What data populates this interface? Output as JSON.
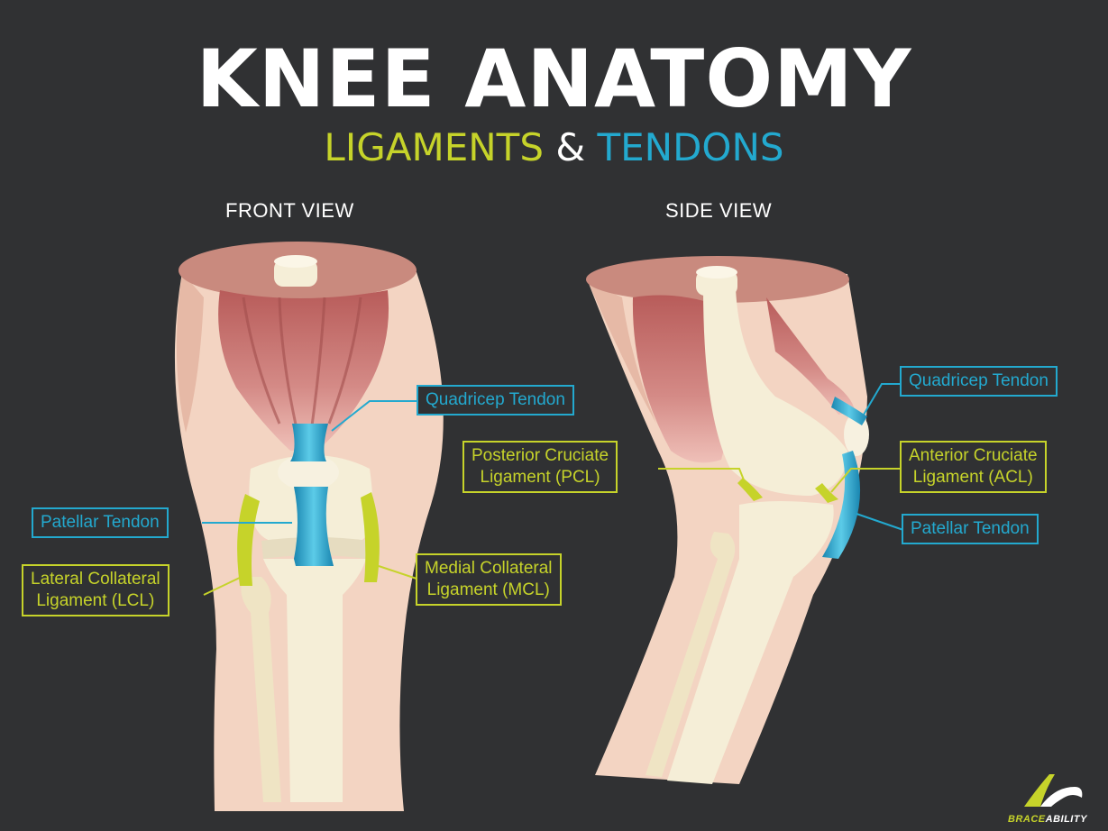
{
  "header": {
    "title": "KNEE ANATOMY",
    "subtitle_part1": "LIGAMENTS",
    "subtitle_amp": "&",
    "subtitle_part2": "TENDONS"
  },
  "front_view": {
    "title": "FRONT VIEW",
    "labels": {
      "quadricep_tendon": "Quadricep Tendon",
      "patellar_tendon": "Patellar Tendon",
      "lcl_line1": "Lateral Collateral",
      "lcl_line2": "Ligament (LCL)",
      "mcl_line1": "Medial Collateral",
      "mcl_line2": "Ligament (MCL)"
    }
  },
  "side_view": {
    "title": "SIDE VIEW",
    "labels": {
      "quadricep_tendon": "Quadricep Tendon",
      "pcl_line1": "Posterior Cruciate",
      "pcl_line2": "Ligament (PCL)",
      "acl_line1": "Anterior Cruciate",
      "acl_line2": "Ligament (ACL)",
      "patellar_tendon": "Patellar Tendon"
    }
  },
  "logo": {
    "part1": "BRACE",
    "part2": "ABILITY"
  },
  "colors": {
    "background": "#303133",
    "ligament": "#c6d32a",
    "tendon": "#23a9cf",
    "skin": "#f3d4c2",
    "muscle": "#c9726f",
    "bone": "#f5eed7"
  }
}
